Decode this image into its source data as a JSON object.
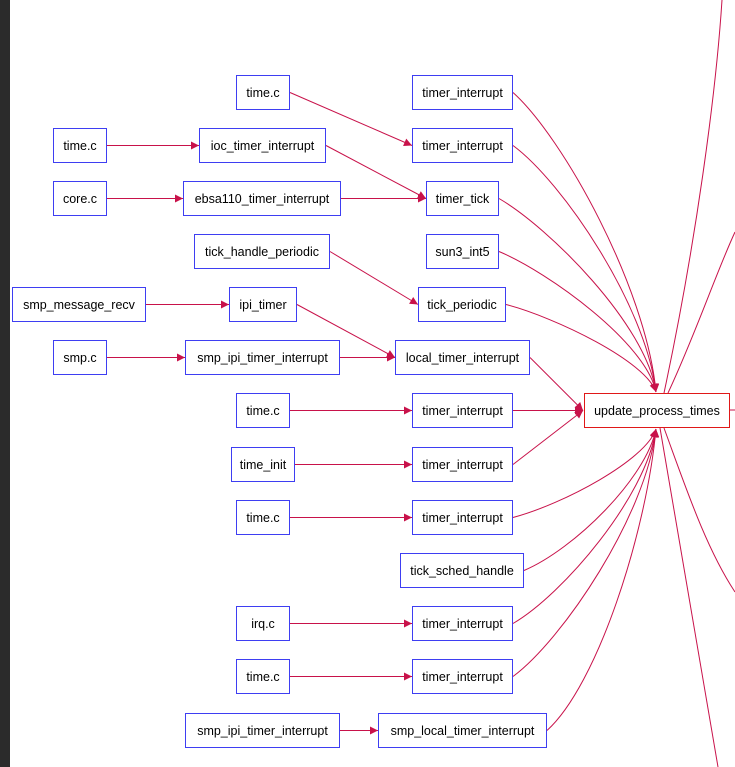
{
  "colors": {
    "node_border": "#3e3ef2",
    "center_border": "#e01818",
    "edge": "#c8124a",
    "background": "#ffffff"
  },
  "graph": {
    "center_node": "update_process_times",
    "nodes": [
      {
        "id": "n_time_c_1",
        "label": "time.c"
      },
      {
        "id": "n_timer_int_1",
        "label": "timer_interrupt"
      },
      {
        "id": "n_time_c_2",
        "label": "time.c"
      },
      {
        "id": "n_ioc",
        "label": "ioc_timer_interrupt"
      },
      {
        "id": "n_timer_int_2",
        "label": "timer_interrupt"
      },
      {
        "id": "n_core_c",
        "label": "core.c"
      },
      {
        "id": "n_ebsa",
        "label": "ebsa110_timer_interrupt"
      },
      {
        "id": "n_timer_tick",
        "label": "timer_tick"
      },
      {
        "id": "n_thp",
        "label": "tick_handle_periodic"
      },
      {
        "id": "n_sun3",
        "label": "sun3_int5"
      },
      {
        "id": "n_smp_msg",
        "label": "smp_message_recv"
      },
      {
        "id": "n_ipi_timer",
        "label": "ipi_timer"
      },
      {
        "id": "n_tick_periodic",
        "label": "tick_periodic"
      },
      {
        "id": "n_smp_c",
        "label": "smp.c"
      },
      {
        "id": "n_smp_ipi_1",
        "label": "smp_ipi_timer_interrupt"
      },
      {
        "id": "n_local_timer",
        "label": "local_timer_interrupt"
      },
      {
        "id": "n_time_c_3",
        "label": "time.c"
      },
      {
        "id": "n_timer_int_3",
        "label": "timer_interrupt"
      },
      {
        "id": "n_upt",
        "label": "update_process_times"
      },
      {
        "id": "n_time_init",
        "label": "time_init"
      },
      {
        "id": "n_timer_int_4",
        "label": "timer_interrupt"
      },
      {
        "id": "n_time_c_4",
        "label": "time.c"
      },
      {
        "id": "n_timer_int_5",
        "label": "timer_interrupt"
      },
      {
        "id": "n_tsh",
        "label": "tick_sched_handle"
      },
      {
        "id": "n_irq_c",
        "label": "irq.c"
      },
      {
        "id": "n_timer_int_6",
        "label": "timer_interrupt"
      },
      {
        "id": "n_time_c_5",
        "label": "time.c"
      },
      {
        "id": "n_timer_int_7",
        "label": "timer_interrupt"
      },
      {
        "id": "n_smp_ipi_2",
        "label": "smp_ipi_timer_interrupt"
      },
      {
        "id": "n_smp_local",
        "label": "smp_local_timer_interrupt"
      }
    ],
    "edges": [
      {
        "from": "n_time_c_1",
        "to": "n_timer_int_2"
      },
      {
        "from": "n_time_c_2",
        "to": "n_ioc"
      },
      {
        "from": "n_ioc",
        "to": "n_timer_tick"
      },
      {
        "from": "n_core_c",
        "to": "n_ebsa"
      },
      {
        "from": "n_ebsa",
        "to": "n_timer_tick"
      },
      {
        "from": "n_thp",
        "to": "n_tick_periodic"
      },
      {
        "from": "n_smp_msg",
        "to": "n_ipi_timer"
      },
      {
        "from": "n_ipi_timer",
        "to": "n_local_timer"
      },
      {
        "from": "n_smp_c",
        "to": "n_smp_ipi_1"
      },
      {
        "from": "n_smp_ipi_1",
        "to": "n_local_timer"
      },
      {
        "from": "n_time_c_3",
        "to": "n_timer_int_3"
      },
      {
        "from": "n_time_init",
        "to": "n_timer_int_4"
      },
      {
        "from": "n_time_c_4",
        "to": "n_timer_int_5"
      },
      {
        "from": "n_irq_c",
        "to": "n_timer_int_6"
      },
      {
        "from": "n_time_c_5",
        "to": "n_timer_int_7"
      },
      {
        "from": "n_smp_ipi_2",
        "to": "n_smp_local"
      },
      {
        "from": "n_timer_int_1",
        "to": "n_upt"
      },
      {
        "from": "n_timer_int_2",
        "to": "n_upt"
      },
      {
        "from": "n_timer_tick",
        "to": "n_upt"
      },
      {
        "from": "n_sun3",
        "to": "n_upt"
      },
      {
        "from": "n_tick_periodic",
        "to": "n_upt"
      },
      {
        "from": "n_local_timer",
        "to": "n_upt"
      },
      {
        "from": "n_timer_int_3",
        "to": "n_upt"
      },
      {
        "from": "n_timer_int_4",
        "to": "n_upt"
      },
      {
        "from": "n_timer_int_5",
        "to": "n_upt"
      },
      {
        "from": "n_tsh",
        "to": "n_upt"
      },
      {
        "from": "n_timer_int_6",
        "to": "n_upt"
      },
      {
        "from": "n_timer_int_7",
        "to": "n_upt"
      },
      {
        "from": "n_smp_local",
        "to": "n_upt"
      }
    ]
  }
}
